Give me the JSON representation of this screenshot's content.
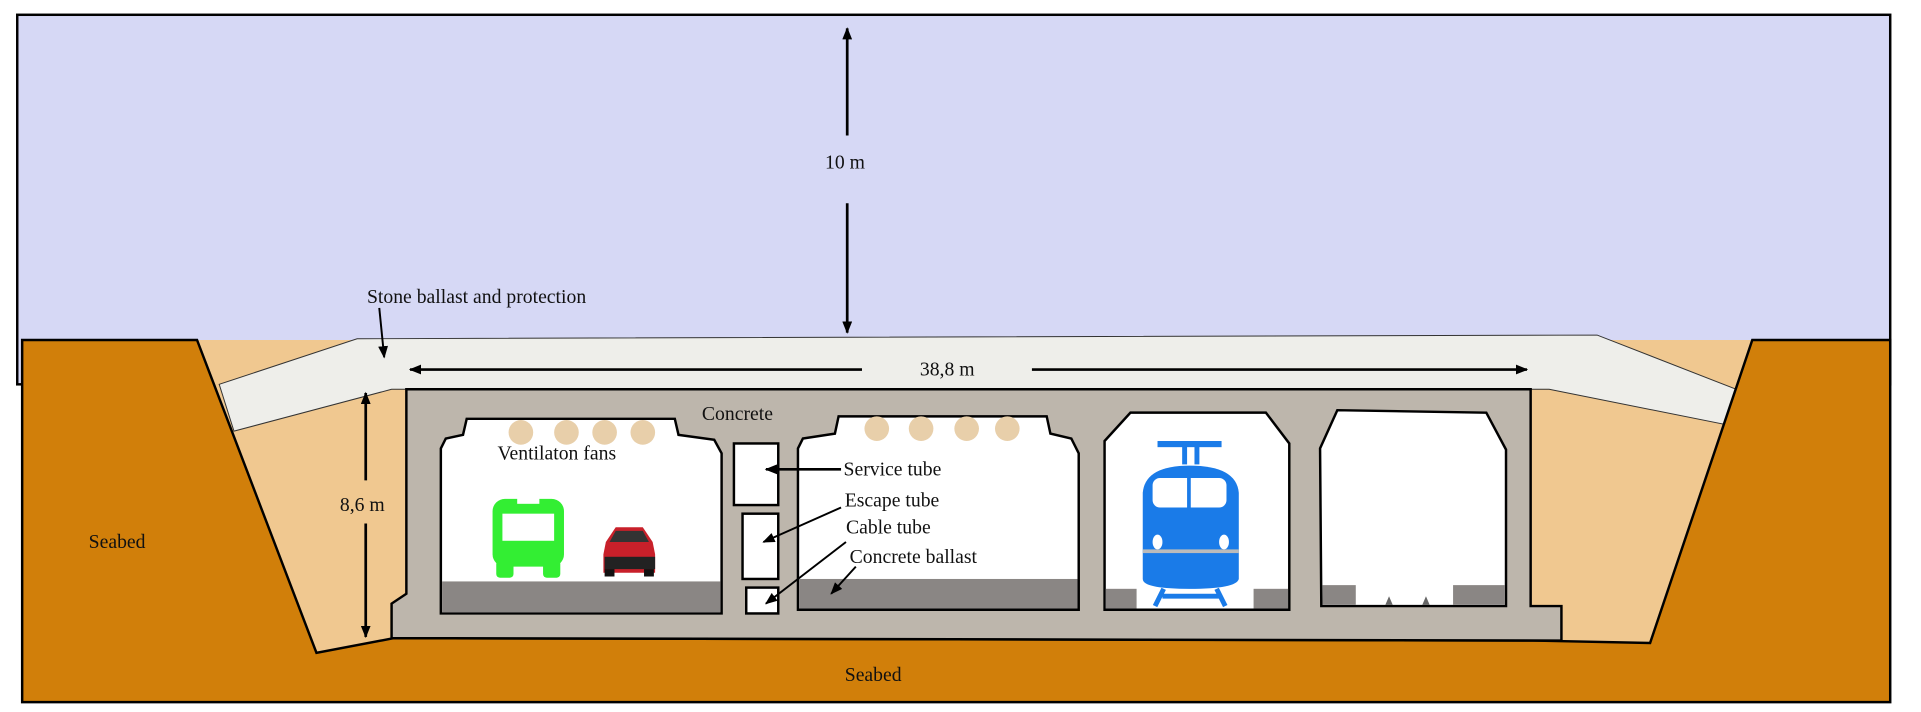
{
  "diagram": {
    "labels": {
      "depth": "10 m",
      "stone_ballast": "Stone ballast and protection",
      "width": "38,8 m",
      "concrete": "Concrete",
      "ventilation": "Ventilaton fans",
      "service_tube": "Service tube",
      "escape_tube": "Escape tube",
      "cable_tube": "Cable tube",
      "concrete_ballast": "Concrete ballast",
      "height": "8,6 m",
      "seabed_left": "Seabed",
      "seabed_bottom": "Seabed"
    },
    "icons": [
      "bus-icon",
      "car-icon",
      "train-icon",
      "ventilation-fan-icon"
    ],
    "colors": {
      "water": "#d6d8f5",
      "seabed": "#d17f0a",
      "backfill": "#f0c890",
      "ballast": "#eeeeea",
      "concrete": "#bdb6ac",
      "floor": "#8a8684",
      "fan": "#e8cfaa",
      "bus": "#33ee33",
      "car": "#c8202a",
      "train": "#1a7be8"
    }
  }
}
